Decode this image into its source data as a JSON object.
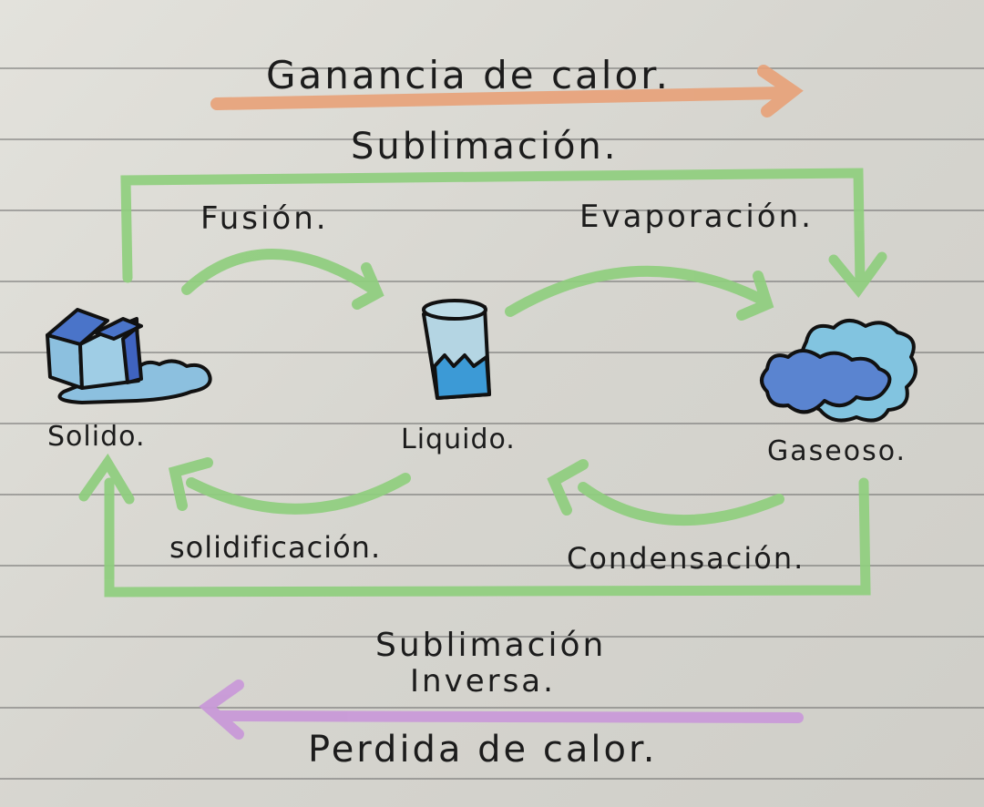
{
  "header": {
    "heat_gain_label": "Ganancia de calor.",
    "top_process_label": "Sublimación."
  },
  "processes": {
    "fusion": "Fusión.",
    "evaporation": "Evaporación.",
    "solidification": "solidificación.",
    "condensation": "Condensación.",
    "reverse_sublimation_line1": "Sublimación",
    "reverse_sublimation_line2": "Inversa."
  },
  "states": {
    "solid": {
      "label": "Solido.",
      "icon": "ice-cube-icon"
    },
    "liquid": {
      "label": "Liquido.",
      "icon": "glass-of-water-icon"
    },
    "gas": {
      "label": "Gaseoso.",
      "icon": "cloud-icon"
    }
  },
  "footer": {
    "heat_loss_label": "Perdida de calor."
  },
  "colors": {
    "heat_gain_arrow": "#e8a178",
    "process_arrow": "#8fce7e",
    "heat_loss_arrow": "#c99ad8",
    "ink": "#1c1c1c",
    "ice_dark": "#4a74c9",
    "ice_light": "#8cc0df",
    "water": "#3c9ad6",
    "cloud_dark": "#5a84d0",
    "cloud_light": "#82c4e0"
  }
}
